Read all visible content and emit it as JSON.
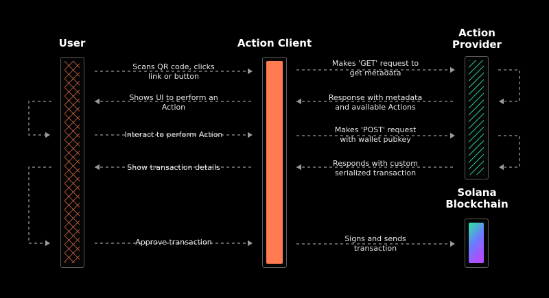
{
  "participants": {
    "user": "User",
    "client": "Action Client",
    "provider": "Action\nProvider",
    "solana": "Solana\nBlockchain"
  },
  "messages": [
    {
      "id": "scan",
      "text": "Scans QR code, clicks\nlink or button"
    },
    {
      "id": "shows-ui",
      "text": "Shows UI to perform an\nAction"
    },
    {
      "id": "interact",
      "text": "Interact to perform Action"
    },
    {
      "id": "show-tx",
      "text": "Show transaction details"
    },
    {
      "id": "approve",
      "text": "Approve transaction"
    },
    {
      "id": "get",
      "text": "Makes 'GET' request to\nget metadata"
    },
    {
      "id": "response",
      "text": "Response with metadata\nand available Actions"
    },
    {
      "id": "post",
      "text": "Makes 'POST' request\nwith wallet pubkey"
    },
    {
      "id": "responds",
      "text": "Responds with custom\nserialized transaction"
    },
    {
      "id": "signs",
      "text": "Signs and sends\ntransaction"
    }
  ],
  "colors": {
    "background": "#000000",
    "user_pattern": "#ff7b52",
    "client_fill": "#ff7b52",
    "provider_pattern": "#2ee8a0",
    "solana_gradient": [
      "#2ee8a0",
      "#6a7bff",
      "#b04dff"
    ],
    "arrow": "#9a9a9a"
  }
}
